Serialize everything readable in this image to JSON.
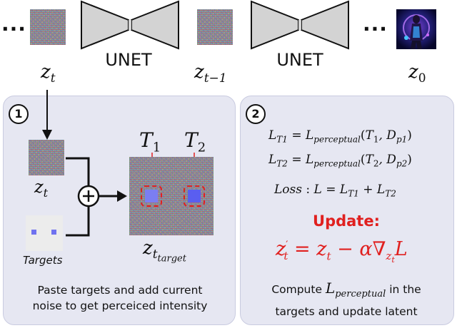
{
  "top": {
    "left_dots": "···",
    "mid_dots": "···",
    "unet_label_1": "UNET",
    "unet_label_2": "UNET",
    "label_zt": "z",
    "label_zt_sub": "t",
    "label_ztm1": "z",
    "label_ztm1_sub": "t−1",
    "label_z0": "z",
    "label_z0_sub": "0"
  },
  "panel1": {
    "number": "1",
    "latent_label": "z",
    "latent_sub": "t",
    "targets_label": "Targets",
    "plus": "+",
    "t1": "T",
    "t1_sub": "1",
    "t2": "T",
    "t2_sub": "2",
    "target_latent": "z",
    "target_latent_sub": "t",
    "target_latent_subsub": "target",
    "caption_line1": "Paste targets and add current",
    "caption_line2": "noise to get perceiced intensity"
  },
  "panel2": {
    "number": "2",
    "eq1": "L_{T1} = L_{perceptual}(T_1, D_{p1})",
    "eq2": "L_{T2} = L_{perceptual}(T_2, D_{p2})",
    "eq3": "Loss : L = L_{T1} + L_{T2}",
    "update_label": "Update:",
    "update_eq": "z'_t = z_t − α∇_{z_t} L",
    "caption_line1_a": "Compute",
    "caption_line1_b": "L",
    "caption_line1_sub": "perceptual",
    "caption_line1_c": "in the",
    "caption_line2": "targets  and update latent"
  },
  "colors": {
    "panel_bg": "#e6e7f2",
    "update_red": "#e0201f",
    "target_blue": "#6f72f0",
    "unet_gray": "#d3d3d3"
  }
}
